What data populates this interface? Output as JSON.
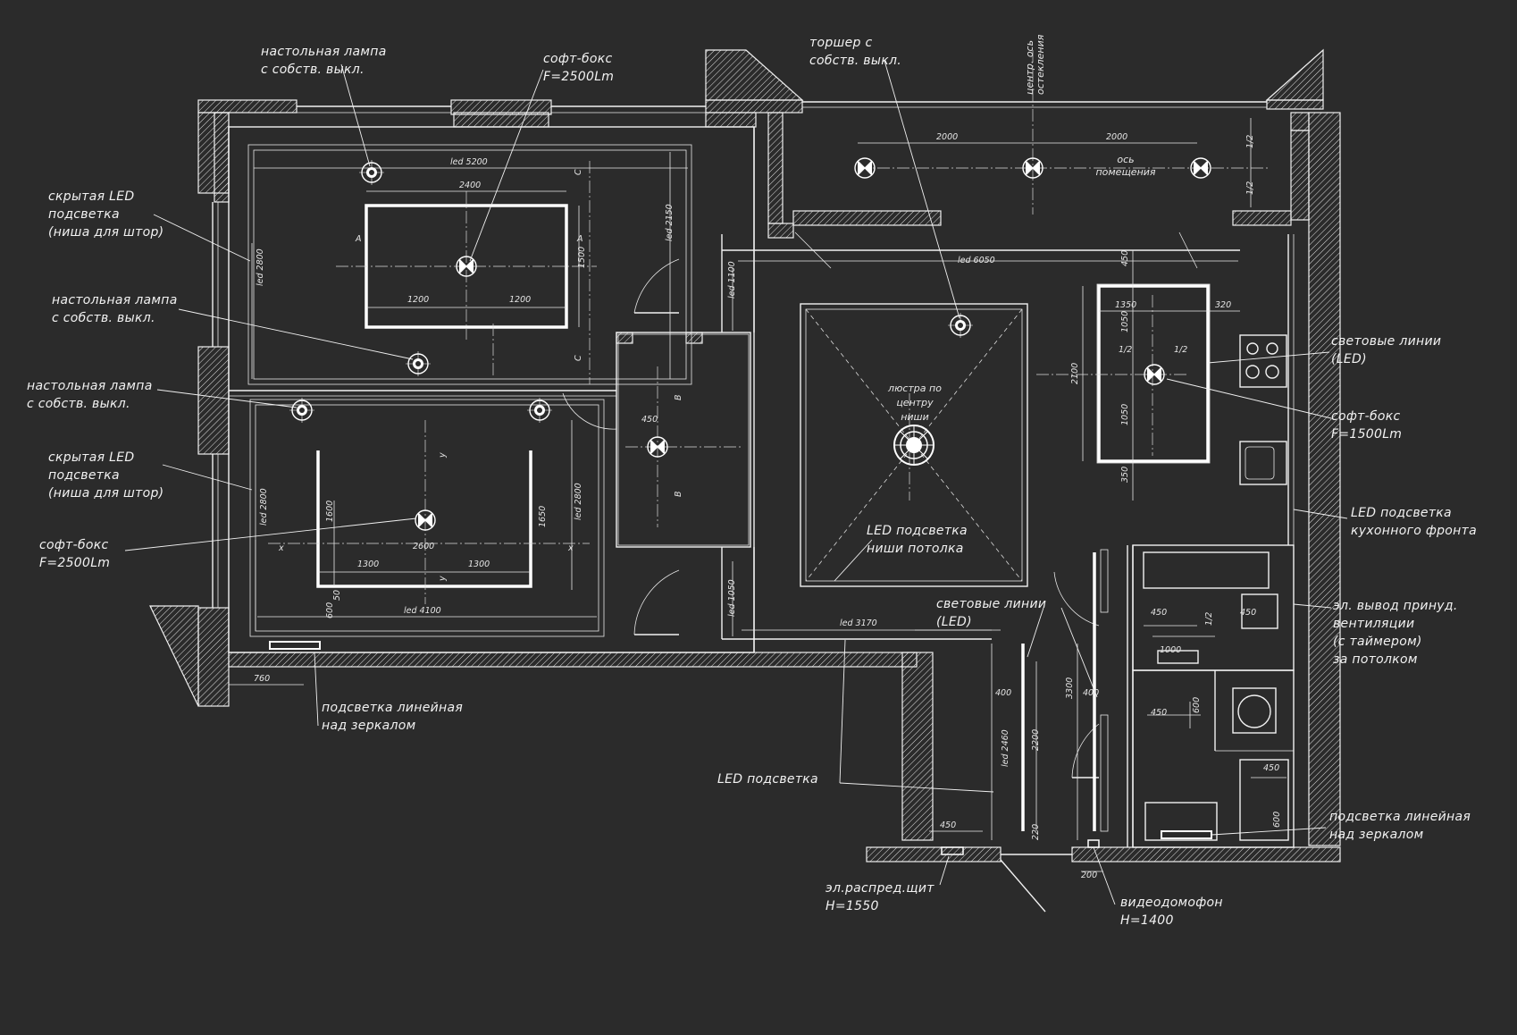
{
  "callouts": [
    {
      "id": "desk-lamp-1",
      "lines": [
        "настольная лампа",
        "с собств. выкл."
      ]
    },
    {
      "id": "softbox-1",
      "lines": [
        "софт-бокс",
        "F=2500Lm"
      ]
    },
    {
      "id": "floor-lamp",
      "lines": [
        "торшер с",
        "собств. выкл."
      ]
    },
    {
      "id": "hidden-led-1",
      "lines": [
        "скрытая LED",
        "подсветка",
        "(ниша для штор)"
      ]
    },
    {
      "id": "desk-lamp-2",
      "lines": [
        "настольная лампа",
        "с собств. выкл."
      ]
    },
    {
      "id": "desk-lamp-3",
      "lines": [
        "настольная лампа",
        "с собств. выкл."
      ]
    },
    {
      "id": "hidden-led-2",
      "lines": [
        "скрытая LED",
        "подсветка",
        "(ниша для штор)"
      ]
    },
    {
      "id": "softbox-2",
      "lines": [
        "софт-бокс",
        "F=2500Lm"
      ]
    },
    {
      "id": "mirror-light-1",
      "lines": [
        "подсветка линейная",
        "над зеркалом"
      ]
    },
    {
      "id": "light-lines-1",
      "lines": [
        "световые линии",
        "(LED)"
      ]
    },
    {
      "id": "softbox-3",
      "lines": [
        "софт-бокс",
        "F=1500Lm"
      ]
    },
    {
      "id": "kitchen-led",
      "lines": [
        "LED подсветка",
        "кухонного фронта"
      ]
    },
    {
      "id": "vent",
      "lines": [
        "эл. вывод принуд.",
        "вентиляции",
        "(с таймером)",
        "за потолком"
      ]
    },
    {
      "id": "mirror-light-2",
      "lines": [
        "подсветка линейная",
        "над зеркалом"
      ]
    },
    {
      "id": "light-lines-2",
      "lines": [
        "световые линии",
        "(LED)"
      ]
    },
    {
      "id": "led-strip",
      "lines": [
        "LED подсветка"
      ]
    },
    {
      "id": "panel",
      "lines": [
        "эл.распред.щит",
        "H=1550"
      ]
    },
    {
      "id": "intercom",
      "lines": [
        "видеодомофон",
        "H=1400"
      ]
    },
    {
      "id": "niche-led",
      "lines": [
        "LED подсветка",
        "ниши потолка"
      ]
    },
    {
      "id": "chandelier",
      "lines": [
        "люстра по",
        "центру",
        "ниши"
      ]
    },
    {
      "id": "glazing-axis",
      "lines": [
        "центр. ось",
        "остекления"
      ]
    },
    {
      "id": "room-axis",
      "lines": [
        "ось",
        "помещения"
      ]
    }
  ],
  "dimensions": {
    "led_5200": "led 5200",
    "d2400": "2400",
    "d1500": "1500",
    "d1200a": "1200",
    "d1200b": "1200",
    "led_2800a": "led 2800",
    "led_2150": "led 2150",
    "d2000a": "2000",
    "d2000b": "2000",
    "half": "1/2",
    "led_6050": "led 6050",
    "led_1100": "led 1100",
    "d450a": "450",
    "d1350": "1350",
    "d320": "320",
    "d1050a": "1050",
    "d1050b": "1050",
    "d2100": "2100",
    "d350": "350",
    "led_2800b": "led 2800",
    "led_2800c": "led 2800",
    "d1600": "1600",
    "d1650": "1650",
    "d2600": "2600",
    "d1300a": "1300",
    "d1300b": "1300",
    "d50": "50",
    "d600": "600",
    "led_4100": "led 4100",
    "led_1050": "led 1050",
    "led_3170": "led 3170",
    "d760": "760",
    "d400a": "400",
    "d400b": "400",
    "led_2460": "led 2460",
    "d2200": "2200",
    "d3300": "3300",
    "d220": "220",
    "d450b": "450",
    "d450c": "450",
    "d450d": "450",
    "d450e": "450",
    "d1000": "1000",
    "d600b": "600",
    "d450f": "450",
    "d600c": "600",
    "d200": "200",
    "d450g": "450",
    "A": "A",
    "B": "B",
    "C": "C",
    "x": "x",
    "y": "y"
  },
  "colors": {
    "background": "#2b2b2b",
    "lines": "#ffffff"
  }
}
